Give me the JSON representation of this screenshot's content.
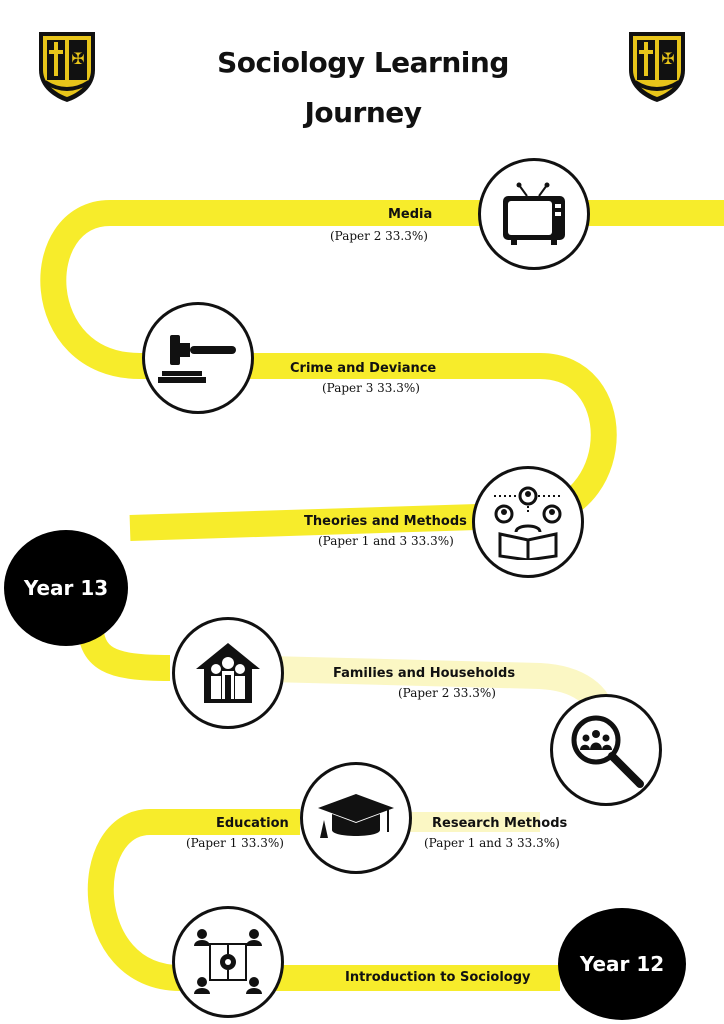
{
  "title": {
    "line1": "Sociology Learning",
    "line2": "Journey"
  },
  "colors": {
    "path": "#f7ec2b",
    "path_faded": "#fbf7c4",
    "ink": "#111111",
    "crest_gold": "#e8c51a"
  },
  "topics": [
    {
      "name": "Media",
      "paper": "(Paper 2 33.3%)",
      "icon": "television-icon"
    },
    {
      "name": "Crime and Deviance",
      "paper": "(Paper 3 33.3%)",
      "icon": "gavel-icon"
    },
    {
      "name": "Theories and Methods",
      "paper": "(Paper 1 and 3 33.3%)",
      "icon": "people-reading-icon"
    },
    {
      "name": "Families and Households",
      "paper": "(Paper 2 33.3%)",
      "icon": "family-house-icon"
    },
    {
      "name": "Research Methods",
      "paper": "(Paper 1 and 3 33.3%)",
      "icon": "magnifier-people-icon"
    },
    {
      "name": "Education",
      "paper": "(Paper 1 33.3%)",
      "icon": "graduation-cap-icon"
    },
    {
      "name": "Introduction  to Sociology",
      "icon": "network-people-icon"
    }
  ],
  "years": {
    "y13": "Year 13",
    "y12": "Year 12"
  }
}
